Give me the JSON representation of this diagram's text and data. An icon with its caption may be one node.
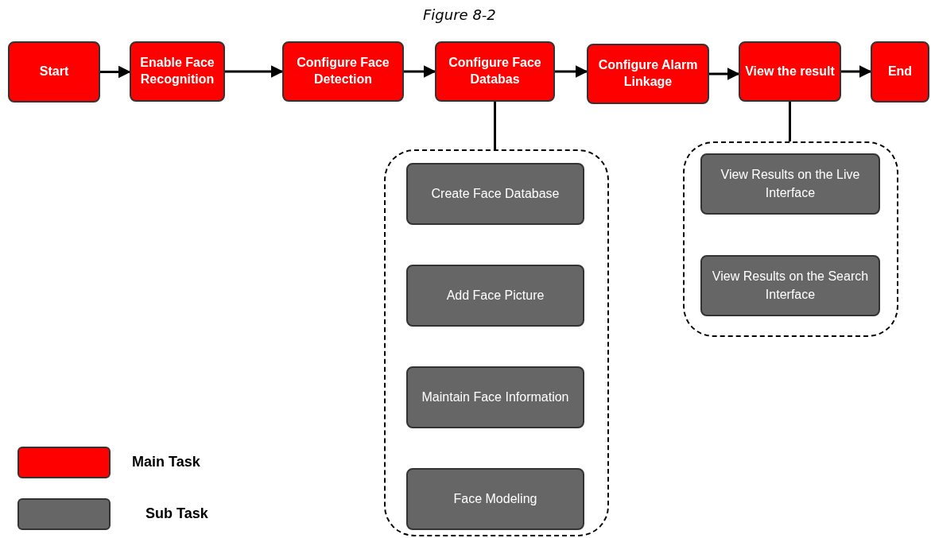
{
  "diagram": {
    "title": "Figure 8-2",
    "nodes": [
      {
        "text": [
          "Start"
        ]
      },
      {
        "text": [
          "Enable Face Recognition"
        ]
      },
      {
        "text": [
          "Configure Face Detection"
        ]
      },
      {
        "text": [
          "Configure Face Databas"
        ]
      },
      {
        "text": [
          "Configure Alarm Linkage"
        ]
      },
      {
        "text": [
          "View the result"
        ]
      },
      {
        "text": [
          "End"
        ]
      },
      {
        "text": [],
        "shape": "box"
      },
      {
        "text": [
          "Create Face Database"
        ],
        "in": 7
      },
      {
        "text": [
          "Add Face Picture"
        ],
        "in": 7
      },
      {
        "text": [
          "Maintain Face Information"
        ],
        "in": 7
      },
      {
        "text": [
          "Face Modeling"
        ],
        "in": 7
      },
      {
        "text": [],
        "shape": "box"
      },
      {
        "text": [
          "View Results on the Live Interface"
        ],
        "in": 12
      },
      {
        "text": [
          "View Results on the Search Interface"
        ],
        "in": 12
      }
    ],
    "edges": [
      {
        "from": 0,
        "to": 1,
        "arrow": "to"
      },
      {
        "from": 1,
        "to": 2,
        "arrow": "to"
      },
      {
        "from": 2,
        "to": 3,
        "arrow": "to"
      },
      {
        "from": 3,
        "to": 4,
        "arrow": "to"
      },
      {
        "from": 4,
        "to": 5,
        "arrow": "to"
      },
      {
        "from": 5,
        "to": 6,
        "arrow": "to"
      },
      {
        "from": 3,
        "to": 7,
        "arrow": "none"
      },
      {
        "from": 5,
        "to": 12,
        "arrow": "none"
      }
    ],
    "legend": [
      {
        "text": "Main Task",
        "color": "#ff0000"
      },
      {
        "text": "Sub Task",
        "color": "#666666"
      }
    ]
  }
}
